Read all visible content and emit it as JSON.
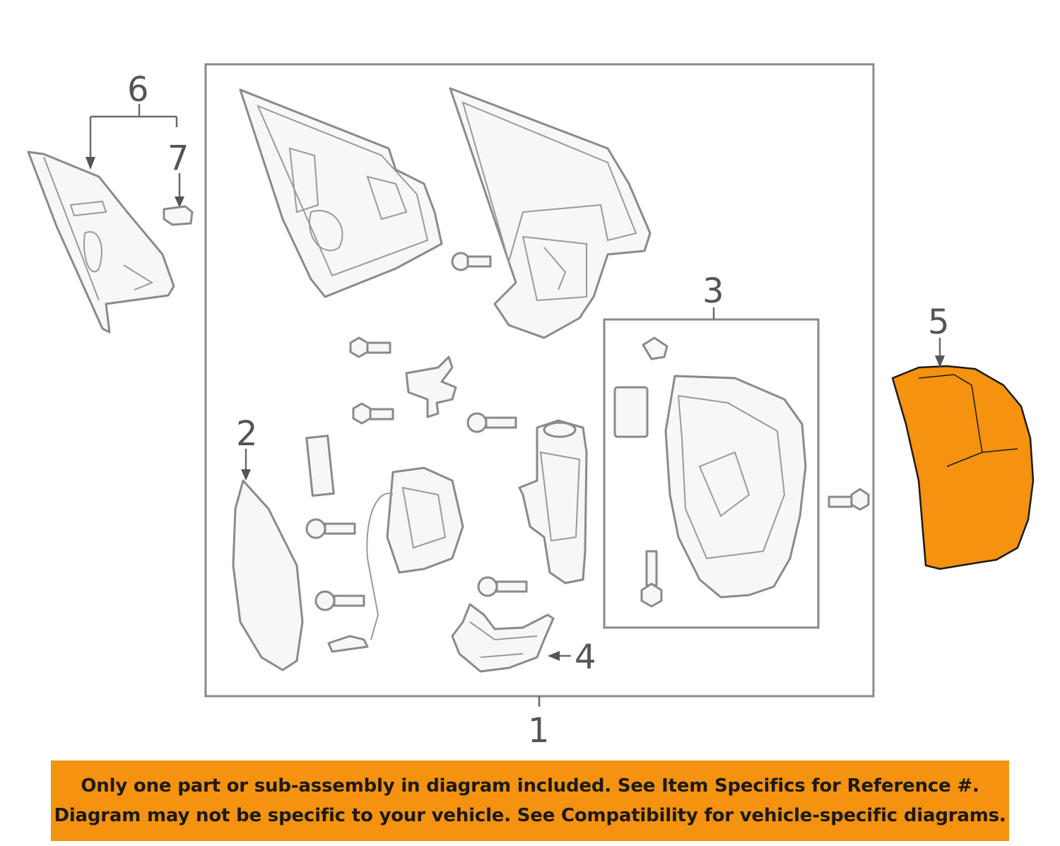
{
  "callouts": {
    "c1": "1",
    "c2": "2",
    "c3": "3",
    "c4": "4",
    "c5": "5",
    "c6": "6",
    "c7": "7"
  },
  "colors": {
    "highlight": "#f5920f",
    "line": "#8a8a8a",
    "text": "#555555"
  },
  "banner": {
    "line1": "Only one part or sub-assembly in diagram included. See Item Specifics for Reference #.",
    "line2": "Diagram may not be specific to your vehicle. See Compatibility for vehicle-specific diagrams."
  }
}
